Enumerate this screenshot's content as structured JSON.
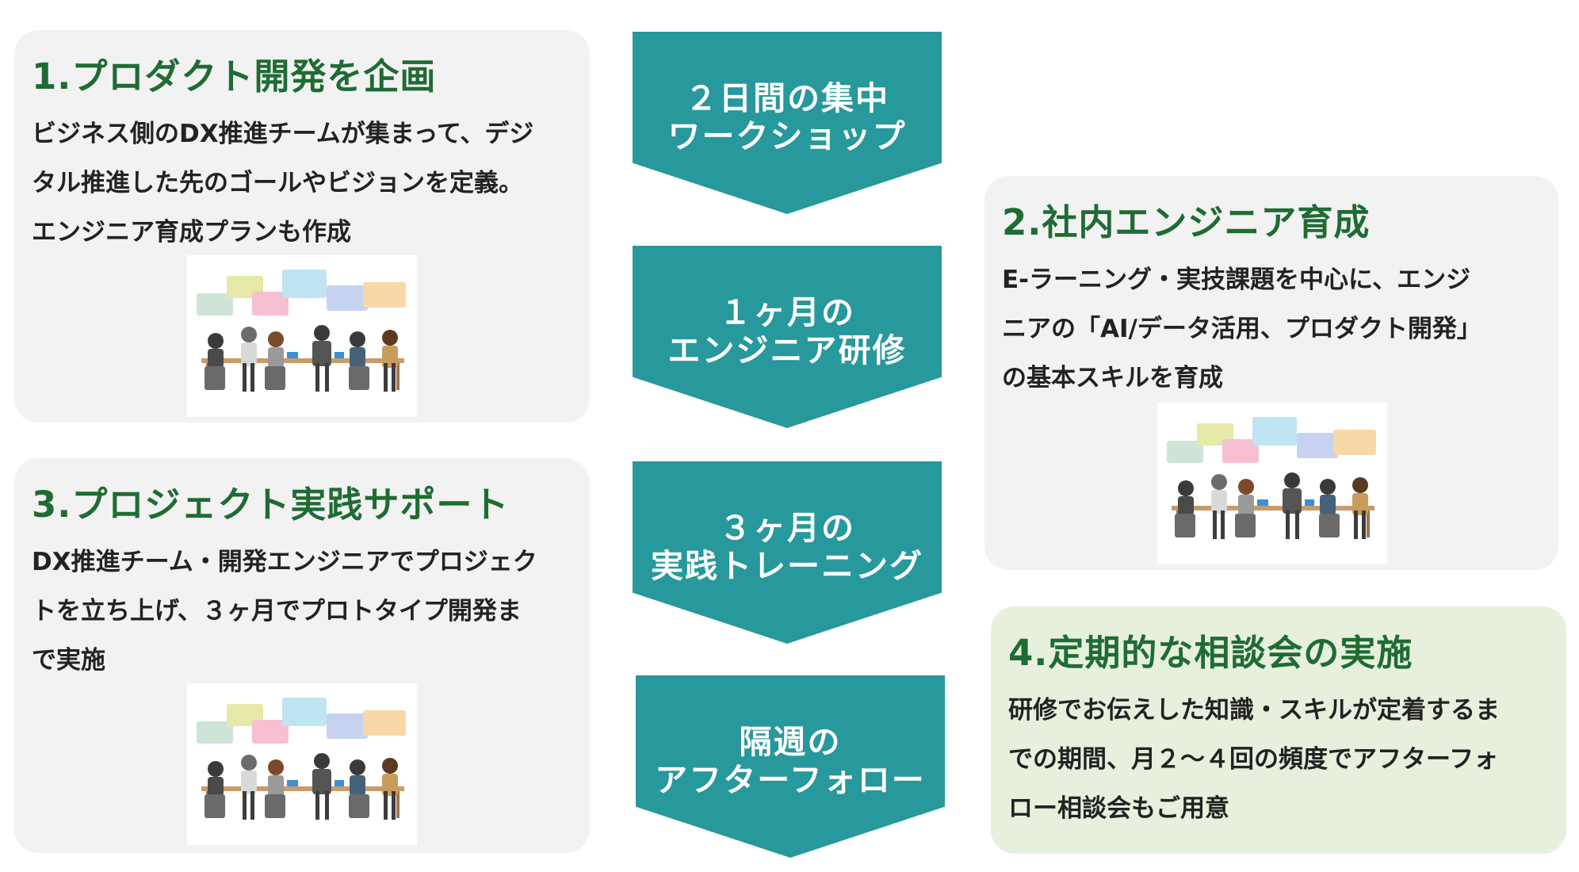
{
  "steps": [
    {
      "title": "1.プロダクト開発を企画",
      "lines": [
        "ビジネス側のDX推進チームが集まって、デジ",
        "タル推進した先のゴールやビジョンを定義。",
        "エンジニア育成プランも作成"
      ]
    },
    {
      "title": "2.社内エンジニア育成",
      "lines": [
        "E-ラーニング・実技課題を中心に、エンジ",
        "ニアの「AI/データ活用、プロダクト開発」",
        "の基本スキルを育成"
      ]
    },
    {
      "title": "3.プロジェクト実践サポート",
      "lines": [
        "DX推進チーム・開発エンジニアでプロジェク",
        "トを立ち上げ、３ヶ月でプロトタイプ開発ま",
        "で実施"
      ]
    },
    {
      "title": "4.定期的な相談会の実施",
      "lines": [
        "研修でお伝えした知識・スキルが定着するま",
        "での期間、月２〜４回の頻度でアフターフォ",
        "ロー相談会もご用意"
      ]
    }
  ],
  "arrows": [
    {
      "line1": "２日間の集中",
      "line2": "ワークショップ"
    },
    {
      "line1": "１ヶ月の",
      "line2": "エンジニア研修"
    },
    {
      "line1": "３ヶ月の",
      "line2": "実践トレーニング"
    },
    {
      "line1": "隔週の",
      "line2": "アフターフォロー"
    }
  ],
  "colors": {
    "title_green": "#1f6b34",
    "arrow_teal": "#27989b",
    "card_gray": "#f2f2f2",
    "card_green": "#e6f0dd"
  },
  "icons": [
    "meeting-illustration"
  ]
}
